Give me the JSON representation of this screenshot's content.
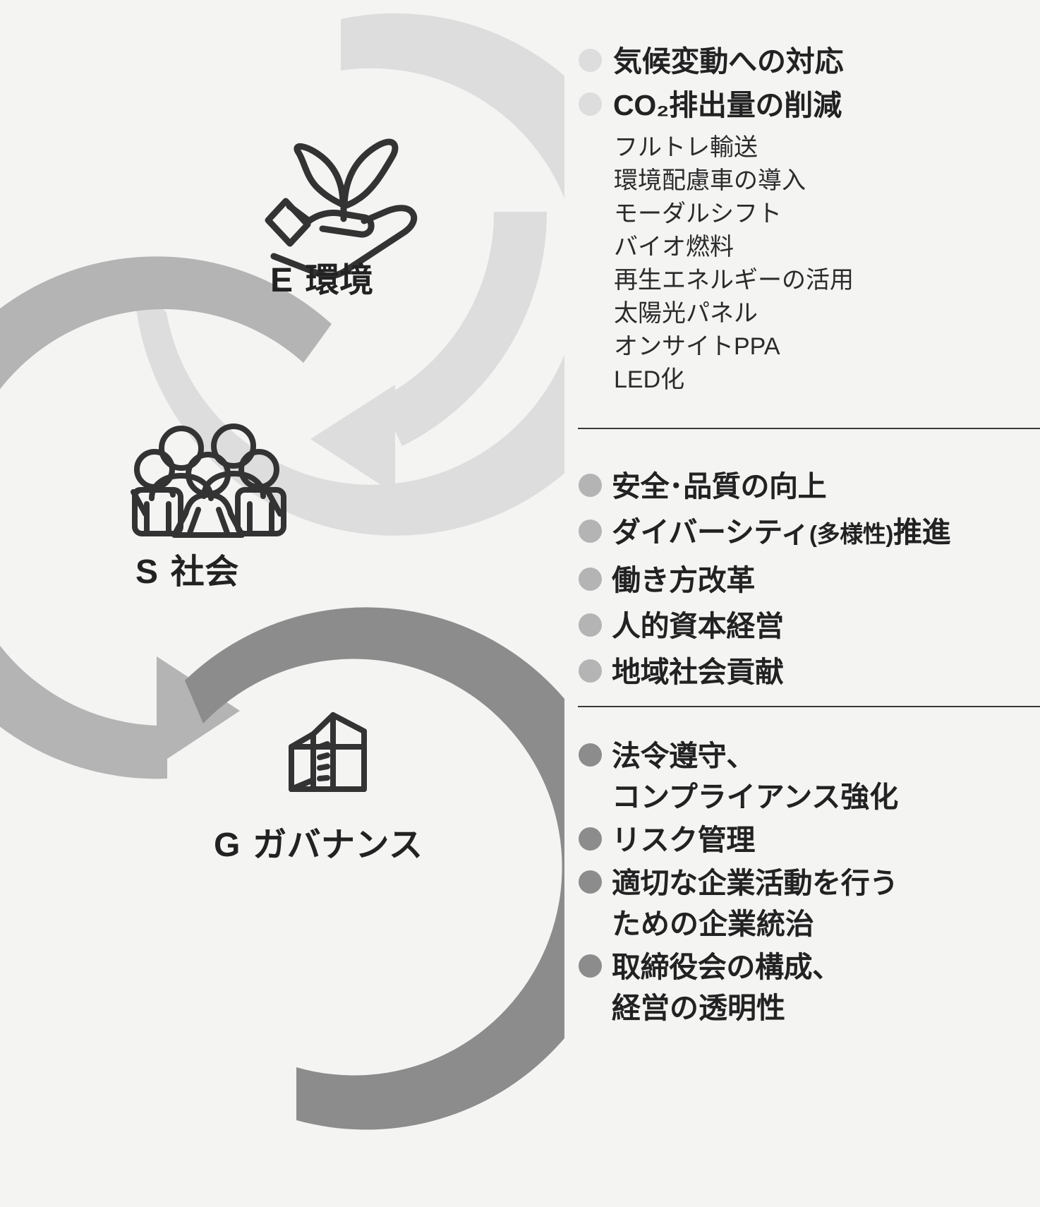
{
  "diagram": {
    "rings": [
      {
        "key": "E",
        "mark": "E",
        "word": "環境",
        "icon": "plant-in-hand-icon",
        "color": "#dddddd"
      },
      {
        "key": "S",
        "mark": "S",
        "word": "社会",
        "icon": "people-group-icon",
        "color": "#b4b4b4"
      },
      {
        "key": "G",
        "mark": "G",
        "word": "ガバナンス",
        "icon": "office-buildings-icon",
        "color": "#8c8c8c"
      }
    ]
  },
  "panel": {
    "environment": {
      "bullets": [
        "気候変動への対応",
        "CO₂排出量の削減"
      ],
      "sub_items": [
        "フルトレ輸送",
        "環境配慮車の導入",
        "モーダルシフト",
        "バイオ燃料",
        "再生エネルギーの活用",
        "太陽光パネル",
        "オンサイトPPA",
        "LED化"
      ]
    },
    "social": {
      "bullets": [
        {
          "text": "安全･品質の向上"
        },
        {
          "text": "ダイバーシティ",
          "paren": "(多様性)",
          "tail": "推進"
        },
        {
          "text": "働き方改革"
        },
        {
          "text": "人的資本経営"
        },
        {
          "text": "地域社会貢献"
        }
      ]
    },
    "governance": {
      "bullets": [
        {
          "line1": "法令遵守、",
          "line2": "コンプライアンス強化"
        },
        {
          "line1": "リスク管理"
        },
        {
          "line1": "適切な企業活動を行う",
          "line2": "ための企業統治"
        },
        {
          "line1": "取締役会の構成、",
          "line2": "経営の透明性"
        }
      ]
    }
  },
  "colors": {
    "background": "#f4f4f3",
    "environment_ring": "#dddddd",
    "social_ring": "#b4b4b4",
    "governance_ring": "#8c8c8c",
    "text": "#222222",
    "rule": "#3b3b3b"
  }
}
